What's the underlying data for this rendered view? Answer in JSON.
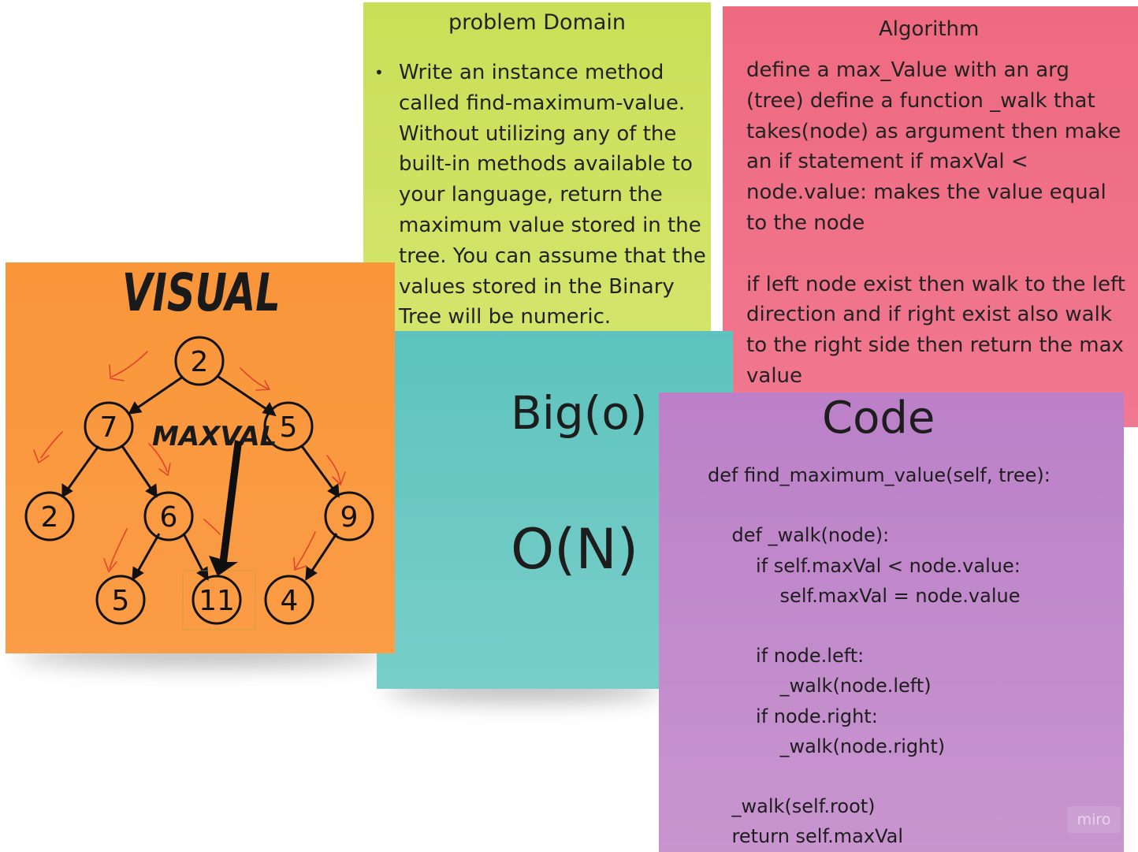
{
  "problem": {
    "title": "problem Domain",
    "bullet": "Write an instance method called find-maximum-value. Without utilizing any of the built-in methods available to your language, return the maximum value stored in the tree. You can assume that the values stored in the Binary Tree will be numeric."
  },
  "algorithm": {
    "title": "Algorithm",
    "para1": "define a max_Value with an arg (tree) define a function _walk that takes(node) as argument then make an if statement if maxVal < node.value: makes the value equal to the node",
    "para2": "if left node exist then walk to the left direction and if right exist also walk to the right side then return the max value"
  },
  "bigo": {
    "title": "Big(o)",
    "complexity": "O(N)"
  },
  "code": {
    "title": "Code",
    "lines": [
      "def find_maximum_value(self, tree):",
      "",
      "    def _walk(node):",
      "        if self.maxVal < node.value:",
      "            self.maxVal = node.value",
      "",
      "        if node.left:",
      "            _walk(node.left)",
      "        if node.right:",
      "            _walk(node.right)",
      "",
      "    _walk(self.root)",
      "    return self.maxVal"
    ]
  },
  "visual": {
    "title": "VISUAL",
    "label": "MAXVAL",
    "nodes": {
      "root": "2",
      "left": "7",
      "right": "5",
      "left_left": "2",
      "left_right": "6",
      "right_right": "9",
      "lr_left": "5",
      "lr_right": "11",
      "rr_left": "4"
    }
  },
  "watermark": "miro",
  "colors": {
    "problem": "#c9df57",
    "algorithm": "#ef6a80",
    "bigo": "#5ec3be",
    "code": "#bb80c8",
    "visual": "#f9963a",
    "annotation": "#e2452a"
  }
}
